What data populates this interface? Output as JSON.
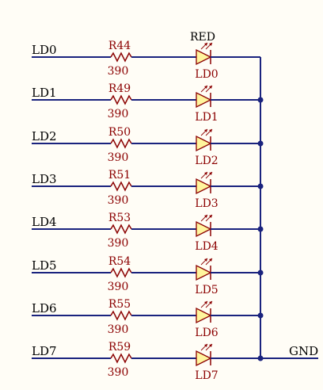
{
  "rows": [
    {
      "net": "LD0",
      "resistor": "R44",
      "value": "390",
      "led": "LD0"
    },
    {
      "net": "LD1",
      "resistor": "R49",
      "value": "390",
      "led": "LD1"
    },
    {
      "net": "LD2",
      "resistor": "R50",
      "value": "390",
      "led": "LD2"
    },
    {
      "net": "LD3",
      "resistor": "R51",
      "value": "390",
      "led": "LD3"
    },
    {
      "net": "LD4",
      "resistor": "R53",
      "value": "390",
      "led": "LD4"
    },
    {
      "net": "LD5",
      "resistor": "R54",
      "value": "390",
      "led": "LD5"
    },
    {
      "net": "LD6",
      "resistor": "R55",
      "value": "390",
      "led": "LD6"
    },
    {
      "net": "LD7",
      "resistor": "R59",
      "value": "390",
      "led": "LD7"
    }
  ],
  "led_color_label": "RED",
  "ground_label": "GND",
  "colors": {
    "wire": "#1a237e",
    "component": "#8b0000",
    "led_fill": "#fff59d",
    "background": "#fffdf6"
  }
}
